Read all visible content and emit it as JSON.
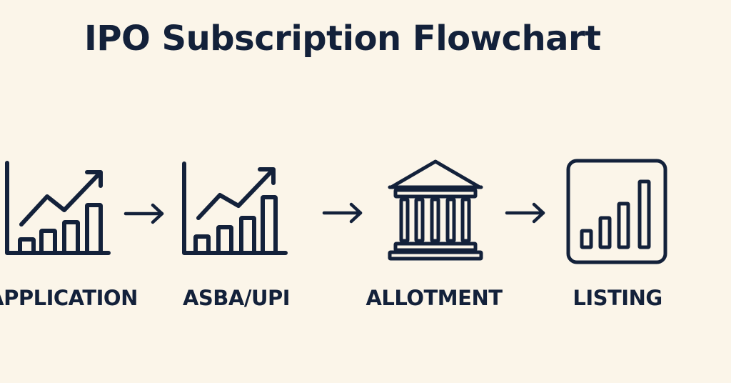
{
  "title": "IPO Subscription Flowchart",
  "colors": {
    "background": "#fbf5e9",
    "ink": "#13213a"
  },
  "steps": [
    {
      "label": "APPLICATION",
      "icon": "growth-chart-icon"
    },
    {
      "label": "ASBA/UPI",
      "icon": "growth-chart-icon"
    },
    {
      "label": "ALLOTMENT",
      "icon": "bank-building-icon"
    },
    {
      "label": "LISTING",
      "icon": "bar-chart-box-icon"
    }
  ],
  "connectors": [
    "right-arrow-icon",
    "right-arrow-icon",
    "right-arrow-icon"
  ]
}
